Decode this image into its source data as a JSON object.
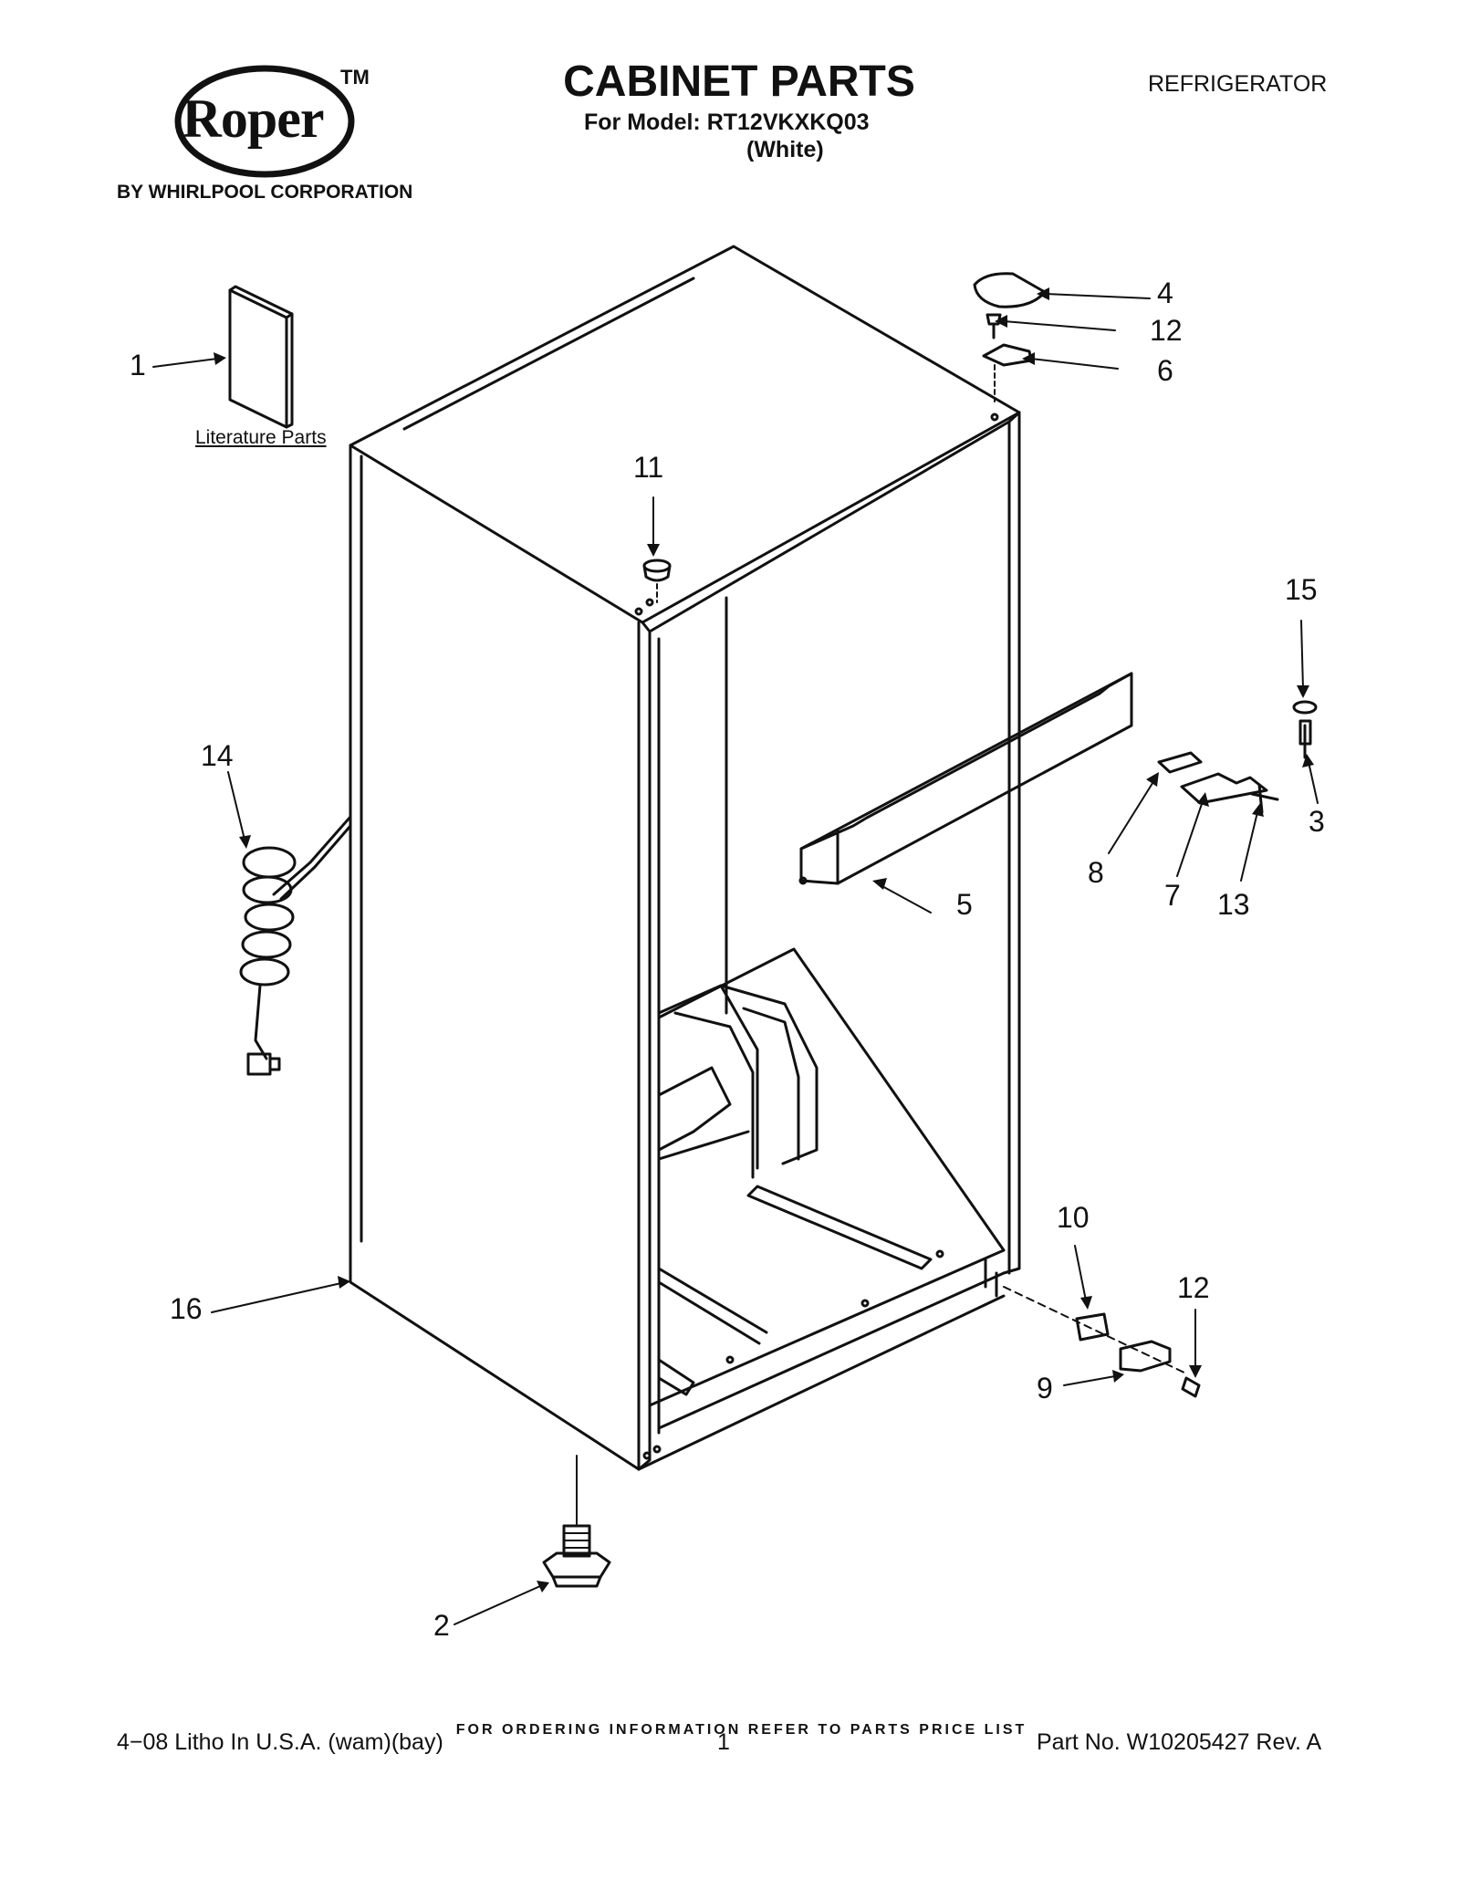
{
  "header": {
    "brand": "Roper",
    "trademark": "TM",
    "byline": "BY WHIRLPOOL CORPORATION",
    "title": "CABINET PARTS",
    "model_line": "For Model: RT12VKXKQ03",
    "color_line": "(White)",
    "category": "REFRIGERATOR"
  },
  "diagram": {
    "literature_label": "Literature Parts",
    "callouts": {
      "c1": "1",
      "c2": "2",
      "c3": "3",
      "c4": "4",
      "c5": "5",
      "c6": "6",
      "c7": "7",
      "c8": "8",
      "c9": "9",
      "c10": "10",
      "c11": "11",
      "c12a": "12",
      "c12b": "12",
      "c13": "13",
      "c14": "14",
      "c15": "15",
      "c16": "16"
    }
  },
  "footer": {
    "order_note": "FOR ORDERING INFORMATION REFER TO PARTS PRICE LIST",
    "print_info": "4−08 Litho In U.S.A. (wam)(bay)",
    "page_number": "1",
    "part_number": "Part No. W10205427 Rev. A"
  }
}
